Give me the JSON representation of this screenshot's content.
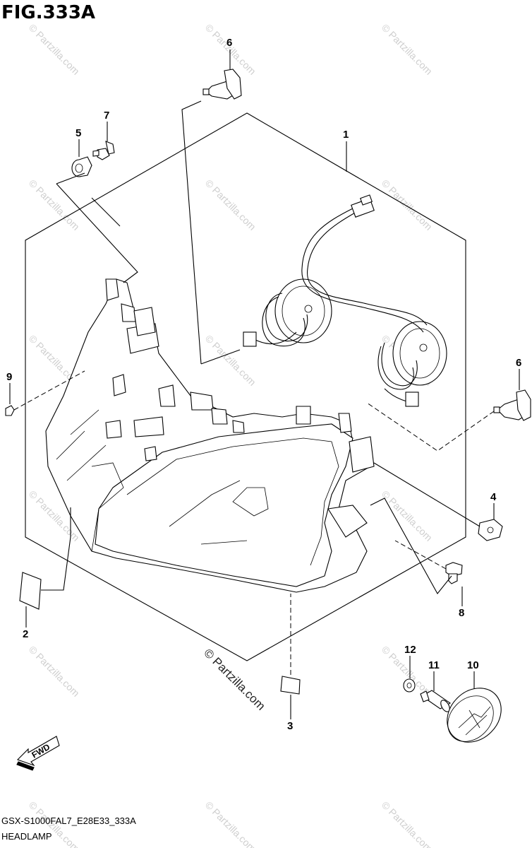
{
  "figure": {
    "title": "FIG.333A",
    "code": "GSX-S1000FAL7_E28E33_333A",
    "name": "HEADLAMP"
  },
  "fwd_label": "FWD",
  "watermark": {
    "text": "© Partzilla.com"
  },
  "callouts": [
    {
      "id": "1",
      "label": "1"
    },
    {
      "id": "2",
      "label": "2"
    },
    {
      "id": "3",
      "label": "3"
    },
    {
      "id": "4",
      "label": "4"
    },
    {
      "id": "5",
      "label": "5"
    },
    {
      "id": "6a",
      "label": "6"
    },
    {
      "id": "6b",
      "label": "6"
    },
    {
      "id": "7",
      "label": "7"
    },
    {
      "id": "8",
      "label": "8"
    },
    {
      "id": "9",
      "label": "9"
    },
    {
      "id": "10",
      "label": "10"
    },
    {
      "id": "11",
      "label": "11"
    },
    {
      "id": "12",
      "label": "12"
    }
  ]
}
